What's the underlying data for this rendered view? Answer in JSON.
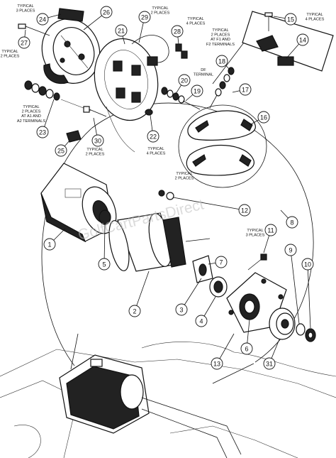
{
  "watermark": "GolfCartPartsDirect",
  "callouts": [
    {
      "id": "24",
      "label": "24"
    },
    {
      "id": "26",
      "label": "26"
    },
    {
      "id": "27",
      "label": "27"
    },
    {
      "id": "21",
      "label": "21"
    },
    {
      "id": "29",
      "label": "29"
    },
    {
      "id": "28",
      "label": "28"
    },
    {
      "id": "15",
      "label": "15"
    },
    {
      "id": "14",
      "label": "14"
    },
    {
      "id": "18",
      "label": "18"
    },
    {
      "id": "20",
      "label": "20"
    },
    {
      "id": "19",
      "label": "19"
    },
    {
      "id": "17",
      "label": "17"
    },
    {
      "id": "16",
      "label": "16"
    },
    {
      "id": "22",
      "label": "22"
    },
    {
      "id": "23",
      "label": "23"
    },
    {
      "id": "25",
      "label": "25"
    },
    {
      "id": "30",
      "label": "30"
    },
    {
      "id": "12",
      "label": "12"
    },
    {
      "id": "8",
      "label": "8"
    },
    {
      "id": "11",
      "label": "11"
    },
    {
      "id": "1",
      "label": "1"
    },
    {
      "id": "5",
      "label": "5"
    },
    {
      "id": "7",
      "label": "7"
    },
    {
      "id": "9",
      "label": "9"
    },
    {
      "id": "10",
      "label": "10"
    },
    {
      "id": "2",
      "label": "2"
    },
    {
      "id": "3",
      "label": "3"
    },
    {
      "id": "4",
      "label": "4"
    },
    {
      "id": "6",
      "label": "6"
    },
    {
      "id": "13",
      "label": "13"
    },
    {
      "id": "31",
      "label": "31"
    }
  ],
  "notes": {
    "n24": [
      "TYPICAL",
      "3 PLACES"
    ],
    "n27": [
      "TYPICAL",
      "2 PLACES"
    ],
    "n29": [
      "TYPICAL",
      "2 PLACES"
    ],
    "n28": [
      "TYPICAL",
      "4 PLACES"
    ],
    "n15": [
      "TYPICAL",
      "4 PLACES"
    ],
    "n18": [
      "TYPICAL",
      "2 PLACES",
      "AT F1 AND",
      "F2 TERMINALS"
    ],
    "ndf": [
      "DF",
      "TERMINAL"
    ],
    "n23": [
      "TYPICAL",
      "2 PLACES",
      "AT A1 AND",
      "A2 TERMINALS"
    ],
    "n30": [
      "TYPICAL",
      "2 PLACES"
    ],
    "n22": [
      "TYPICAL",
      "4 PLACES"
    ],
    "n12": [
      "TYPICAL",
      "2 PLACES"
    ],
    "n11": [
      "TYPICAL",
      "3 PLACES"
    ]
  }
}
